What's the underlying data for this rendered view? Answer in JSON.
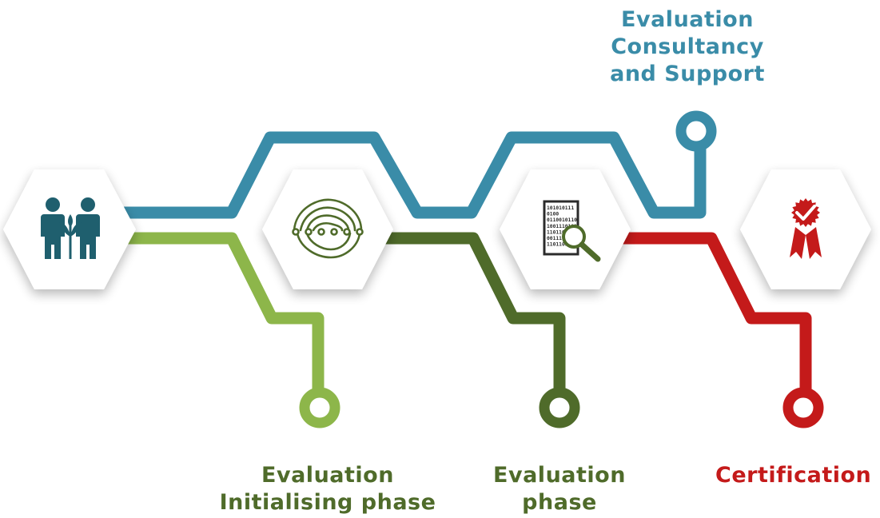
{
  "colors": {
    "consultancy": "#3a8ca8",
    "initialising": "#8db64a",
    "evaluation": "#4f6b2a",
    "certification": "#c41a1a",
    "icon_teal": "#1f5f6e"
  },
  "labels": {
    "consultancy": [
      "Evaluation",
      "Consultancy",
      "and Support"
    ],
    "initialising": [
      "Evaluation",
      "Initialising phase"
    ],
    "evaluation": [
      "Evaluation",
      "phase"
    ],
    "certification": [
      "Certification"
    ]
  },
  "icons": {
    "stage1": "people-with-plant-icon",
    "stage2": "network-arcs-icon",
    "stage3": "binary-document-magnifier-icon",
    "stage4": "award-ribbon-check-icon"
  },
  "binary_text": [
    "101010111",
    "0100",
    "0110010110",
    "1001110101",
    "1101101111",
    "00111100",
    "1101101"
  ]
}
